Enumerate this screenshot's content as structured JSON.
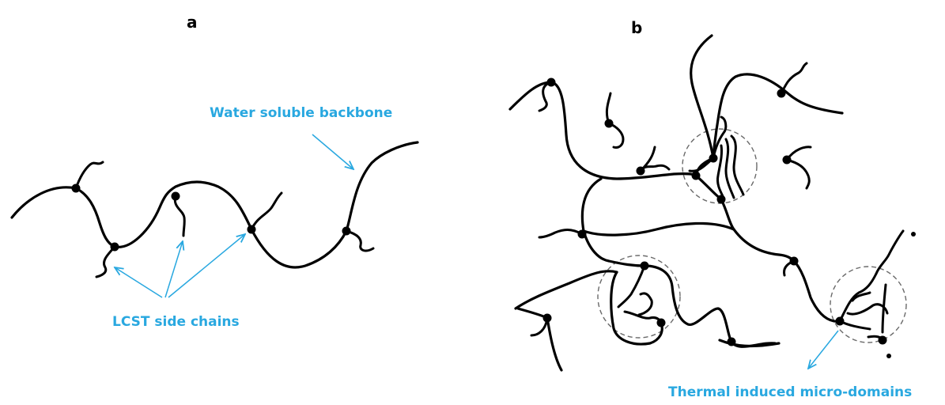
{
  "panels": {
    "a": {
      "label": "a"
    },
    "b": {
      "label": "b"
    }
  },
  "annotations": {
    "backbone": "Water soluble backbone",
    "side_chains": "LCST side chains",
    "micro_domains": "Thermal induced micro-domains"
  },
  "colors": {
    "annotation": "#29a8e0",
    "chain": "#000000",
    "domain_outline": "#6a6a6a"
  }
}
